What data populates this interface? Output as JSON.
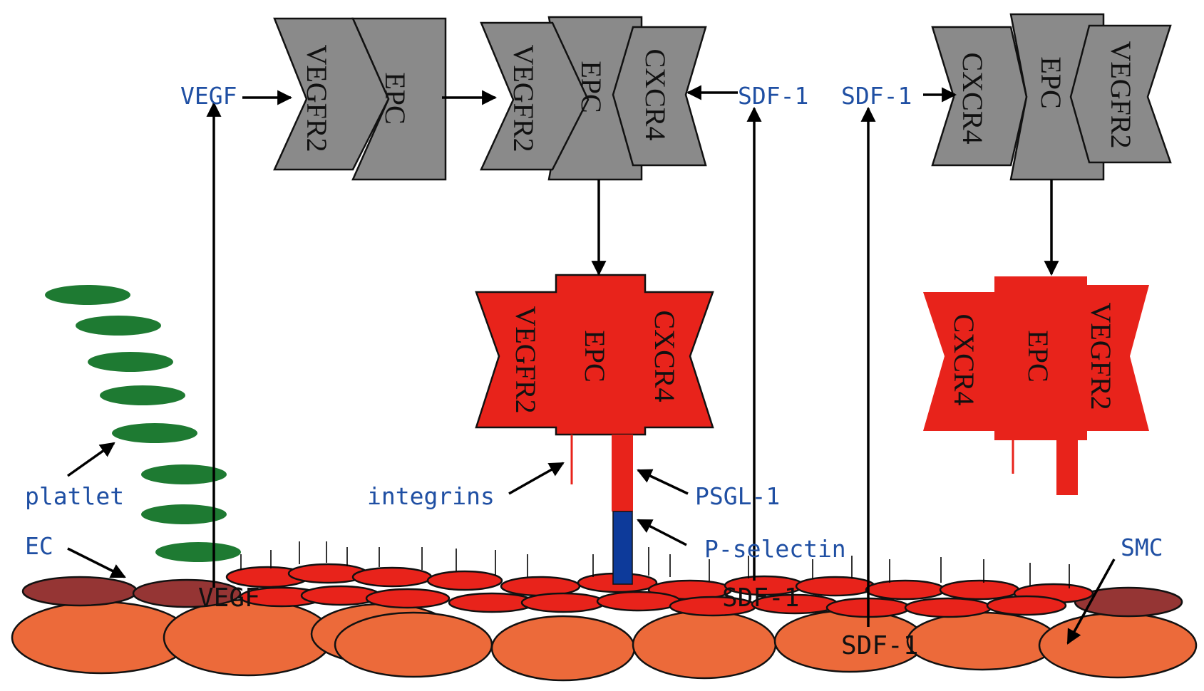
{
  "colors": {
    "gray_cell": "#8a8a8a",
    "red_cell": "#e8231b",
    "green_platelet": "#1e7a32",
    "ec_red": "#e8231b",
    "ec_dark": "#953534",
    "smc_orange": "#ec6a3a",
    "label_blue": "#1f4fa3",
    "p_selectin": "#0d3a9a"
  },
  "labels": {
    "vegf_top": "VEGF",
    "sdf1_top_a": "SDF-1",
    "sdf1_top_b": "SDF-1",
    "platlet": "platlet",
    "ec": "EC",
    "integrins": "integrins",
    "psgl1": "PSGL-1",
    "p_selectin": "P-selectin",
    "smc": "SMC",
    "vegf_bottom": "VEGF",
    "sdf1_bottom_a": "SDF-1",
    "sdf1_bottom_b": "SDF-1"
  },
  "cells": {
    "gray1": {
      "left": "VEGFR2",
      "center": "EPC"
    },
    "gray2": {
      "left": "VEGFR2",
      "center": "EPC",
      "right": "CXCR4"
    },
    "gray3": {
      "left": "CXCR4",
      "center": "EPC",
      "right": "VEGFR2"
    },
    "red1": {
      "left": "VEGFR2",
      "center": "EPC",
      "right": "CXCR4"
    },
    "red2": {
      "left": "CXCR4",
      "center": "EPC",
      "right": "VEGFR2"
    }
  },
  "icons": {
    "arrow": "arrow-icon"
  }
}
